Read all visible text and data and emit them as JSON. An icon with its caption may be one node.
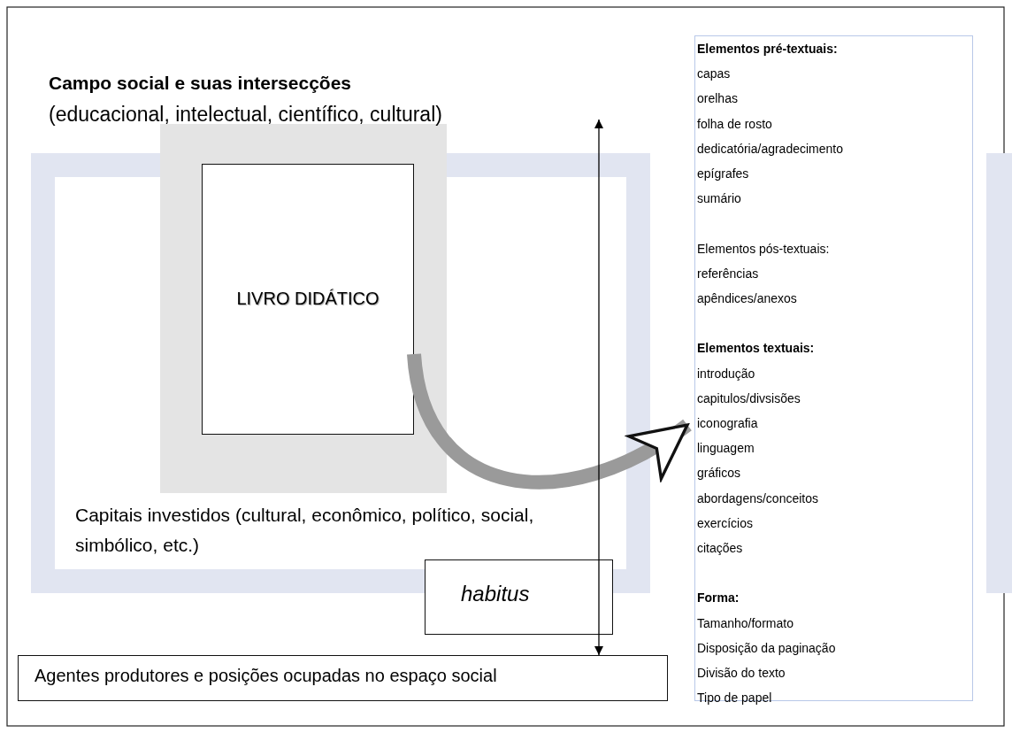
{
  "diagram": {
    "title": "Campo social e suas intersecções",
    "nodes": [
      {
        "text": [],
        "shape": "box"
      },
      {
        "text": [
          "LIVRO DIDÁTICO"
        ],
        "in": 0
      },
      {
        "text": [
          "habitus"
        ]
      },
      {
        "text": [
          "Agentes produtores e posições ocupadas no espaço social"
        ]
      },
      {
        "text": [
          "**Elementos pré-textuais:**",
          "capas",
          "orelhas",
          "folha de rosto",
          "dedicatória/agradecimento",
          "epígrafes",
          "sumário",
          "Elementos pós-textuais:",
          "referências",
          "apêndices/anexos",
          "**Elementos textuais:**",
          "introdução",
          "capitulos/divsisões",
          "iconografia",
          "linguagem",
          "gráficos",
          "abordagens/conceitos",
          "exercícios",
          "citações",
          "**Forma:**",
          "Tamanho/formato",
          "Disposição da paginação",
          "Divisão do texto",
          "Tipo de papel"
        ]
      }
    ],
    "edges": [
      {
        "from": 1,
        "to": 4,
        "arrow": "to",
        "style": "thick",
        "color": "#9a9a9a"
      },
      {
        "from": null,
        "to": 3,
        "arrow": "both",
        "color": "#000000"
      }
    ],
    "labels": [
      "(educacional, intelectual, científico, cultural)",
      "Capitais investidos (cultural, econômico, político, social, simbólico, etc.)"
    ]
  }
}
